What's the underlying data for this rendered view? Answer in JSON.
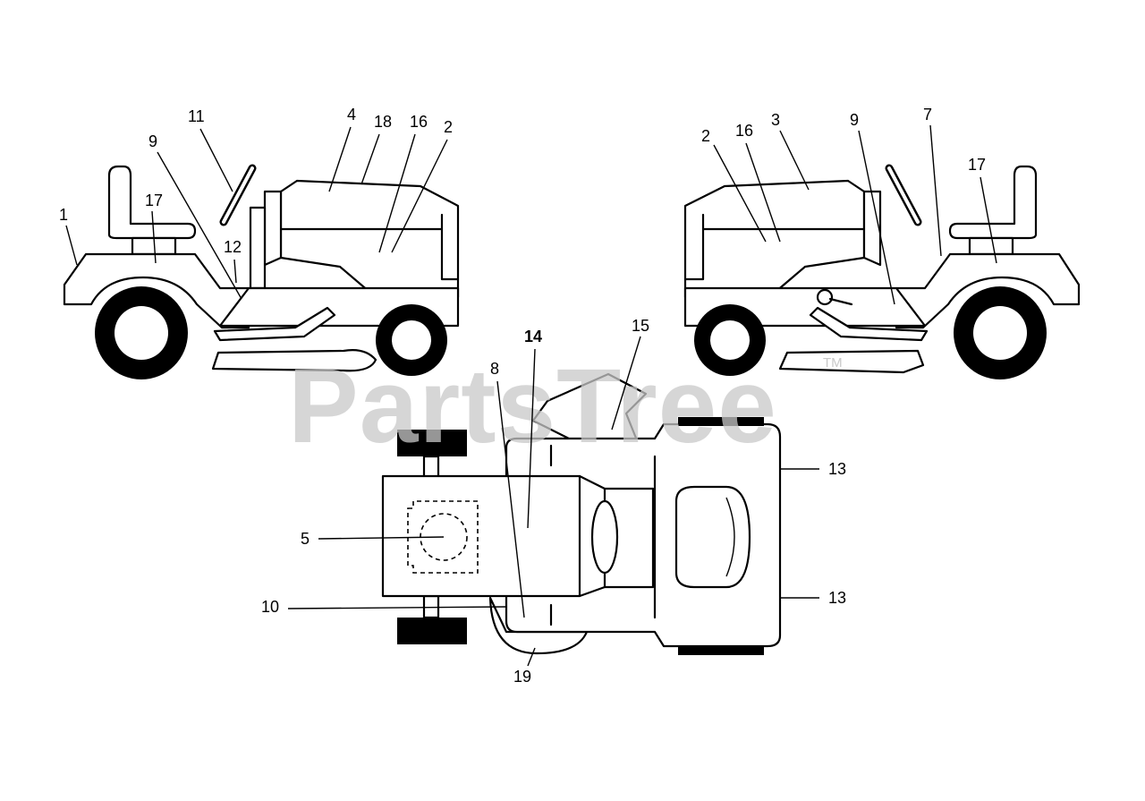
{
  "watermark": {
    "text": "PartsTree",
    "trademark": "TM",
    "color": "#c9c9c9"
  },
  "diagram": {
    "left_view": {
      "callouts": [
        "1",
        "17",
        "9",
        "11",
        "12",
        "4",
        "18",
        "16",
        "2"
      ]
    },
    "right_view": {
      "callouts": [
        "2",
        "16",
        "3",
        "9",
        "7",
        "17"
      ]
    },
    "top_view": {
      "callouts": [
        "14",
        "15",
        "8",
        "5",
        "10",
        "19",
        "13",
        "13"
      ]
    }
  }
}
